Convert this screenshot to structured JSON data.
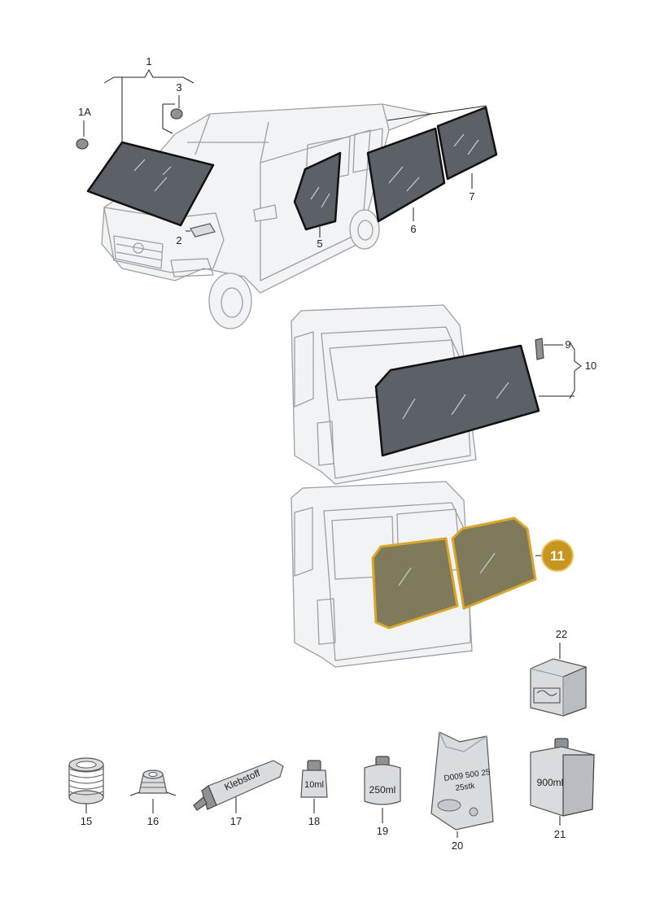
{
  "callouts": {
    "c1": "1",
    "c1a": "1A",
    "c2": "2",
    "c3": "3",
    "c5": "5",
    "c6": "6",
    "c7": "7",
    "c9": "9",
    "c10": "10",
    "c11": "11",
    "c15": "15",
    "c16": "16",
    "c17": "17",
    "c18": "18",
    "c19": "19",
    "c20": "20",
    "c21": "21",
    "c22": "22"
  },
  "package_labels": {
    "tube": "Klebstoff",
    "bottle_small": "10ml",
    "can": "250ml",
    "bag_line1": "D009 500 25",
    "bag_line2": "25stk",
    "jug": "900ml"
  },
  "colors": {
    "highlight": "#d9a62b",
    "glass": "#5b6166"
  }
}
